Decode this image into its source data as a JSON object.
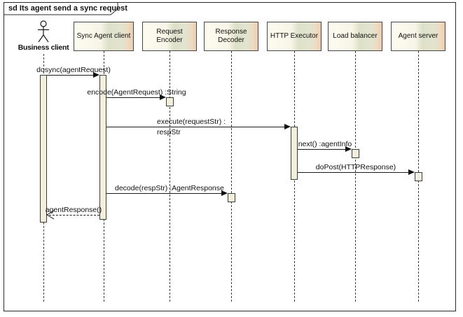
{
  "frame": {
    "title": "sd Its agent send a sync request"
  },
  "actor": {
    "name": "Business client"
  },
  "participants": [
    {
      "label": "Sync Agent client"
    },
    {
      "label": "Request Encoder"
    },
    {
      "label": "Response Decoder"
    },
    {
      "label": "HTTP Executor"
    },
    {
      "label": "Load balancer"
    },
    {
      "label": "Agent server"
    }
  ],
  "messages": [
    {
      "label": "dosync(agentRequest)",
      "from": "Business client",
      "to": "Sync Agent client",
      "type": "synchronous"
    },
    {
      "label": "encode(AgentRequest) :String",
      "from": "Sync Agent client",
      "to": "Request Encoder",
      "type": "synchronous"
    },
    {
      "label": "execute(requestStr) :",
      "label2": "respStr",
      "from": "Sync Agent client",
      "to": "HTTP Executor",
      "type": "synchronous"
    },
    {
      "label": "next() :agentInfo",
      "from": "HTTP Executor",
      "to": "Load balancer",
      "type": "synchronous"
    },
    {
      "label": "doPost(HTTPResponse)",
      "from": "HTTP Executor",
      "to": "Agent server",
      "type": "synchronous"
    },
    {
      "label": "decode(respStr) :AgentResponse",
      "from": "Sync Agent client",
      "to": "Response Decoder",
      "type": "synchronous"
    },
    {
      "label": "agentResponse()",
      "from": "Sync Agent client",
      "to": "Business client",
      "type": "return"
    }
  ],
  "colors": {
    "background": "#ffffff",
    "frame_border": "#2b2b2b",
    "box_border": "#474747",
    "box_gradient_left": "#fdfcf1",
    "box_gradient_sage": "#dee1c9",
    "box_gradient_pink": "#eeccb0",
    "activation_fill": "#f4efda",
    "line": "#1c1c1c",
    "text": "#111111"
  }
}
